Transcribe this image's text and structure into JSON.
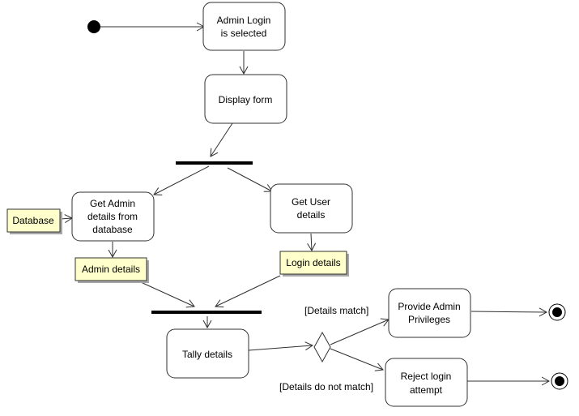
{
  "nodes": {
    "admin_login": {
      "lines": [
        "Admin Login",
        "is selected"
      ]
    },
    "display_form": {
      "lines": [
        "Display form"
      ]
    },
    "get_admin": {
      "lines": [
        "Get Admin",
        "details from",
        "database"
      ]
    },
    "get_user": {
      "lines": [
        "Get User",
        "details"
      ]
    },
    "tally": {
      "lines": [
        "Tally details"
      ]
    },
    "provide": {
      "lines": [
        "Provide Admin",
        "Privileges"
      ]
    },
    "reject": {
      "lines": [
        "Reject login",
        "attempt"
      ]
    }
  },
  "objects": {
    "database": "Database",
    "admin_details": "Admin details",
    "login_details": "Login details"
  },
  "guards": {
    "match": "[Details match]",
    "no_match": "[Details do not match]"
  }
}
